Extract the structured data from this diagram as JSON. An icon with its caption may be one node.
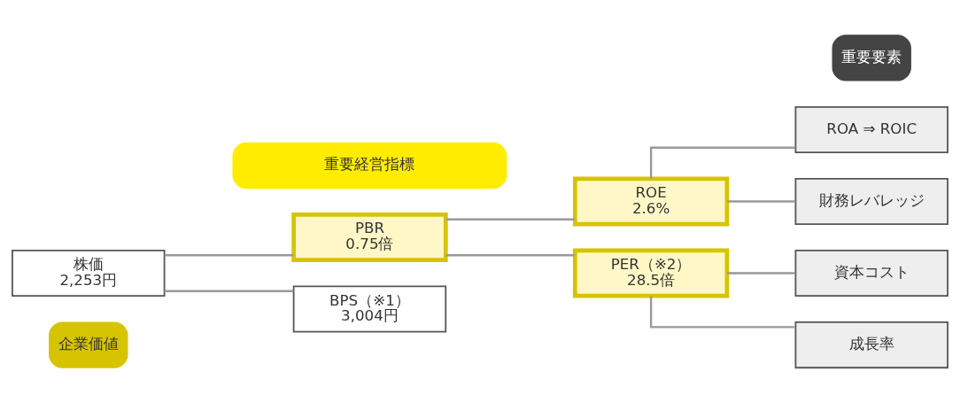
{
  "diagram": {
    "nodes": [
      {
        "text": [
          "企業価値"
        ]
      },
      {
        "text": [
          "株価",
          "2,253円"
        ]
      },
      {
        "text": [
          "重要経営指標"
        ]
      },
      {
        "text": [
          "PBR",
          "0.75倍"
        ]
      },
      {
        "text": [
          "ROE",
          "2.6%"
        ]
      },
      {
        "text": [
          "BPS（※1）",
          "3,004円"
        ]
      },
      {
        "text": [
          "PER（※2）",
          "28.5倍"
        ]
      },
      {
        "text": [
          "重要要素"
        ]
      },
      {
        "text": [
          "ROA ⇒ ROIC"
        ]
      },
      {
        "text": [
          "財務レバレッジ"
        ]
      },
      {
        "text": [
          "資本コスト"
        ]
      },
      {
        "text": [
          "成長率"
        ]
      }
    ],
    "edges": [
      {
        "from": 1,
        "to": 3,
        "arrow": "none"
      },
      {
        "from": 1,
        "to": 5,
        "arrow": "none"
      },
      {
        "from": 3,
        "to": 4,
        "arrow": "none"
      },
      {
        "from": 3,
        "to": 6,
        "arrow": "none"
      },
      {
        "from": 4,
        "to": 8,
        "arrow": "none"
      },
      {
        "from": 4,
        "to": 9,
        "arrow": "none"
      },
      {
        "from": 6,
        "to": 10,
        "arrow": "none"
      },
      {
        "from": 6,
        "to": 11,
        "arrow": "none"
      }
    ]
  }
}
